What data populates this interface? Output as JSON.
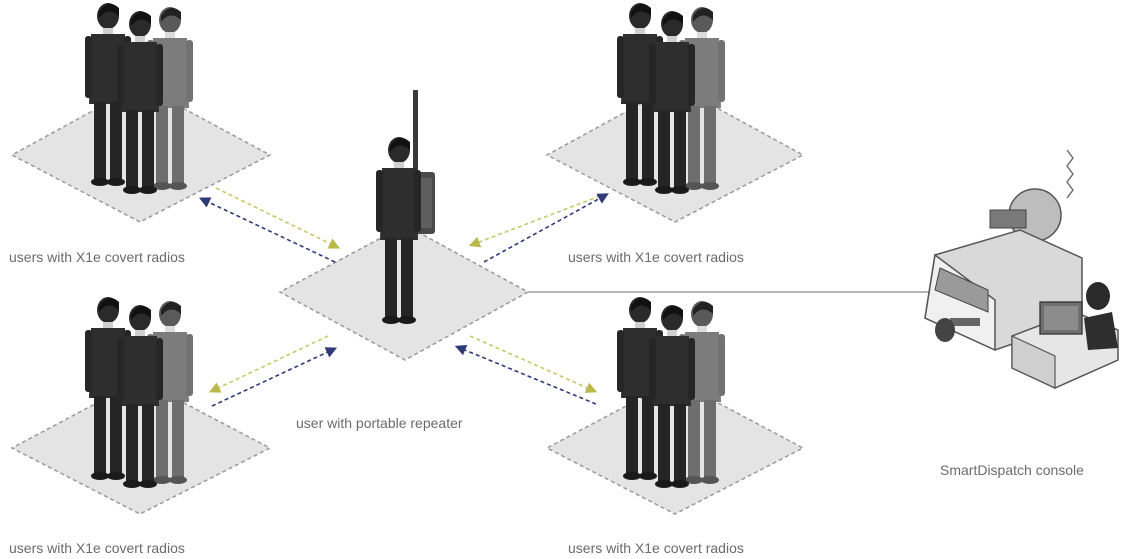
{
  "labels": {
    "group_top_left": "users with X1e covert radios",
    "group_top_right": "users with X1e covert radios",
    "group_bottom_left": "users with X1e covert radios",
    "group_bottom_right": "users with X1e covert radios",
    "repeater_user": "user with portable repeater",
    "console": "SmartDispatch console"
  },
  "colors": {
    "platform_fill": "#e4e4e4",
    "platform_border": "#9a9a9a",
    "link_yellow": "#c8c86a",
    "link_blue": "#2f3a78",
    "suit_dark": "#2a2a2a",
    "suit_mid": "#3a3a3a",
    "suit_light": "#7a7a7a",
    "wire": "#8a8a8a"
  }
}
